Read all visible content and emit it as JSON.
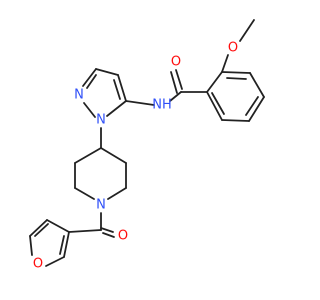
{
  "molecule": {
    "atoms": {
      "methoxy_o": {
        "symbol": "O",
        "color": "#ff0d0d"
      },
      "amide_o": {
        "symbol": "O",
        "color": "#ff0d0d"
      },
      "amide_nh": {
        "symbol": "NH",
        "color": "#3050f8"
      },
      "pyrazole_n1": {
        "symbol": "N",
        "color": "#3050f8"
      },
      "pyrazole_n2": {
        "symbol": "N",
        "color": "#3050f8"
      },
      "piperidine_n": {
        "symbol": "N",
        "color": "#3050f8"
      },
      "furoyl_o": {
        "symbol": "O",
        "color": "#ff0d0d"
      },
      "furan_o": {
        "symbol": "O",
        "color": "#ff0d0d"
      }
    },
    "bond_color": "#222222"
  }
}
